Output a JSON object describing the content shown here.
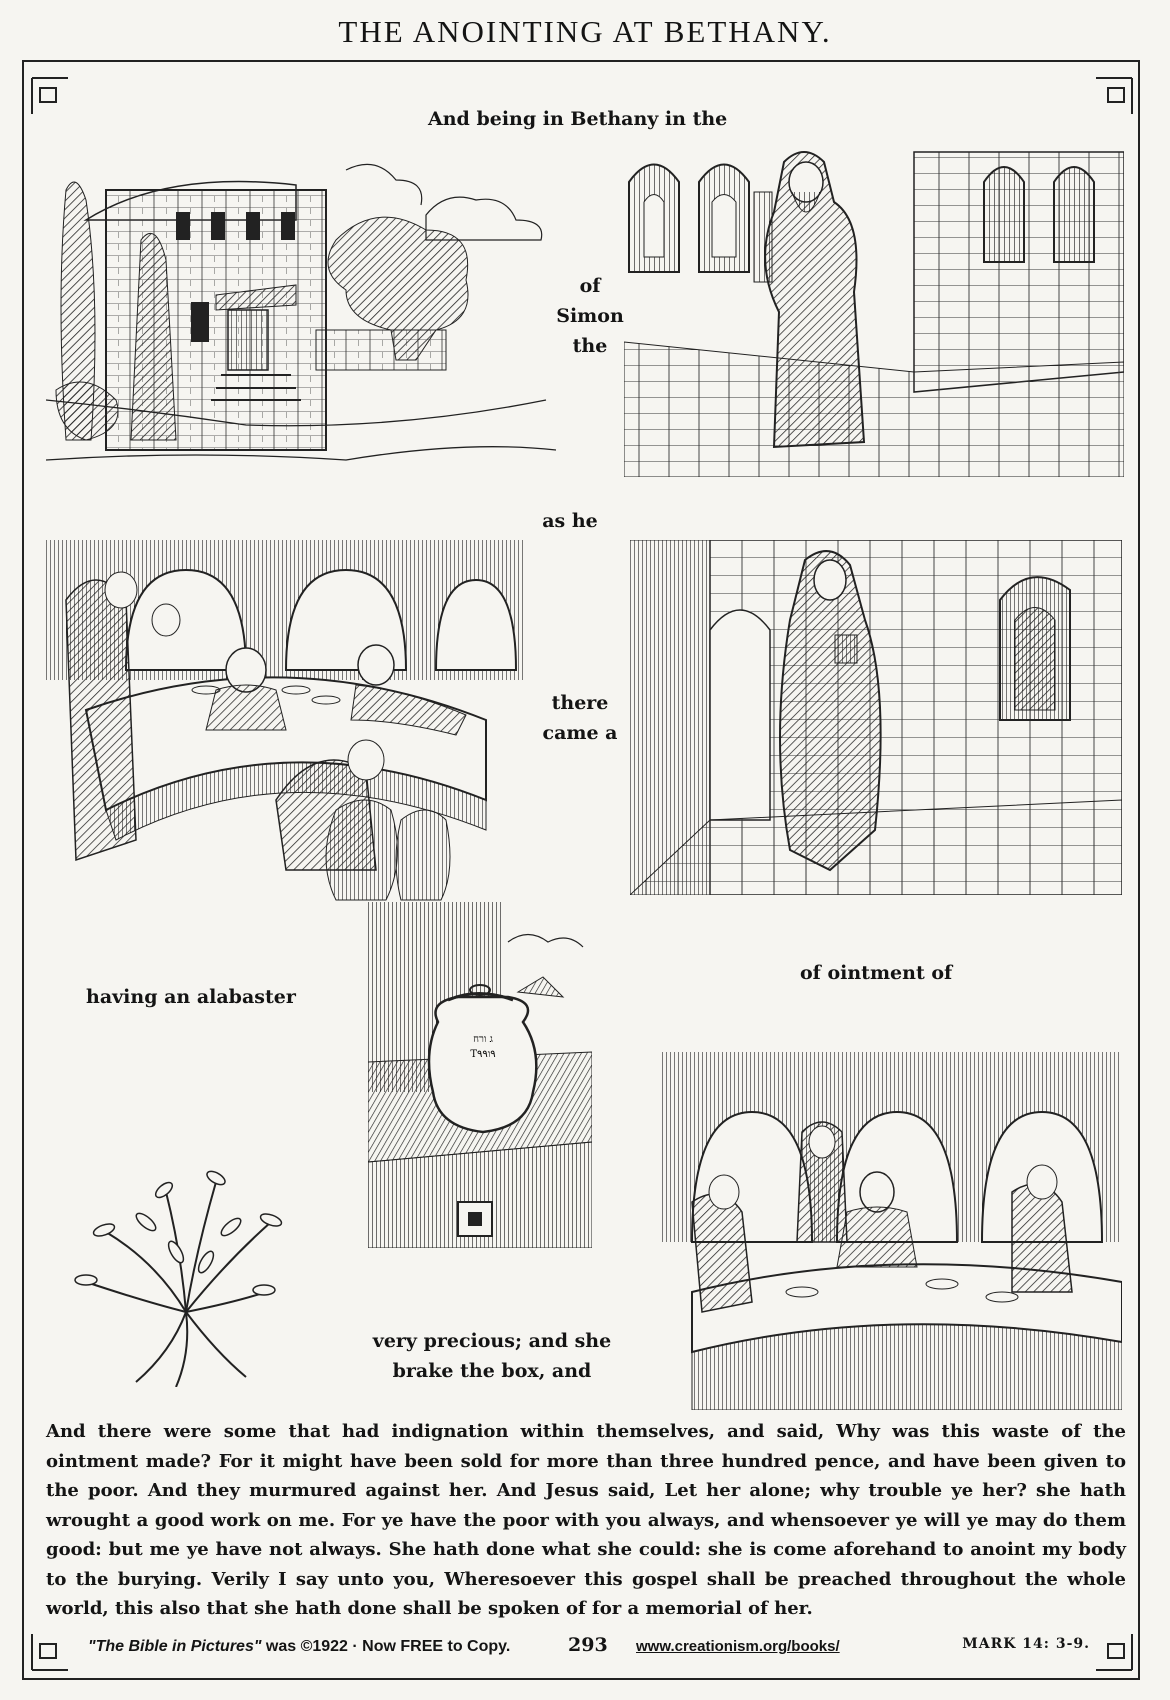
{
  "title": "THE ANOINTING AT BETHANY.",
  "text_fragments": {
    "line1": "And being in Bethany in the",
    "of": "of",
    "simon": "Simon",
    "the": "the",
    "as_he": "as he",
    "there": "there",
    "came_a": "came a",
    "having": "having an alabaster",
    "ointment": "of ointment of",
    "precious": "very precious; and she",
    "brake": "brake the box, and"
  },
  "jar_label": [
    "ג ורח",
    "T٩ו٩٩"
  ],
  "body_paragraph": "And there were some that had indignation within themselves, and said, Why was this waste of the ointment made? For it might have been sold for more than three hundred pence, and have been given to the poor. And they murmured against her. And Jesus said, Let her alone; why trouble ye her? she hath wrought a good work on me. For ye have the poor with you always, and whensoever ye will ye may do them good: but me ye have not always. She hath done what she could: she is come aforehand to anoint my body to the burying. Verily I say unto you, Wheresoever this gospel shall be preached throughout the whole world, this also that she hath done shall be spoken of for a memorial of her.",
  "footer": {
    "credit_title": "\"The Bible in Pictures\"",
    "credit_rest": " was ©1922 · Now FREE to Copy.",
    "page_number": "293",
    "website": "www.creationism.org/books/",
    "reference": "MARK 14: 3-9."
  },
  "illustration_names": [
    "house-in-bethany-illustration",
    "simon-the-leper-illustration",
    "jesus-at-supper-illustration",
    "woman-with-box-illustration",
    "alabaster-box-illustration",
    "spikenard-plant-illustration",
    "anointing-at-table-illustration"
  ]
}
